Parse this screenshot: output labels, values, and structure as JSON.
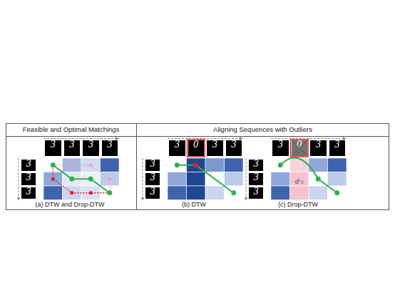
{
  "diagram": {
    "nodes": [
      {
        "text": [
          "Feasible and Optimal Matchings"
        ]
      },
      {
        "text": [
          "3"
        ],
        "in": 0
      },
      {
        "text": [
          "3"
        ],
        "in": 0
      },
      {
        "text": [
          "3"
        ],
        "in": 0
      },
      {
        "text": [
          "3"
        ],
        "in": 0
      },
      {
        "text": [
          "3"
        ],
        "in": 0
      },
      {
        "text": [
          "3"
        ],
        "in": 0
      },
      {
        "text": [
          "3"
        ],
        "in": 0
      },
      {
        "text": [
          "Aligning Sequences with Outliers"
        ]
      },
      {
        "text": [
          "3"
        ],
        "in": 8
      },
      {
        "text": [
          "0"
        ],
        "in": 8
      },
      {
        "text": [
          "3"
        ],
        "in": 8
      },
      {
        "text": [
          "3"
        ],
        "in": 8
      },
      {
        "text": [
          "3"
        ],
        "in": 8
      },
      {
        "text": [
          "3"
        ],
        "in": 8
      },
      {
        "text": [
          "3"
        ],
        "in": 8
      },
      {
        "text": [
          "3"
        ],
        "in": 8
      },
      {
        "text": [
          "0"
        ],
        "in": 8
      },
      {
        "text": [
          "3"
        ],
        "in": 8
      },
      {
        "text": [
          "3"
        ],
        "in": 8
      },
      {
        "text": [
          "3"
        ],
        "in": 8
      },
      {
        "text": [
          "3"
        ],
        "in": 8
      },
      {
        "text": [
          "3"
        ],
        "in": 8
      }
    ],
    "labels": [
      "(a) DTW and Drop-DTW",
      "(b) DTW",
      "(c) Drop-DTW",
      "dˣ₂"
    ]
  }
}
